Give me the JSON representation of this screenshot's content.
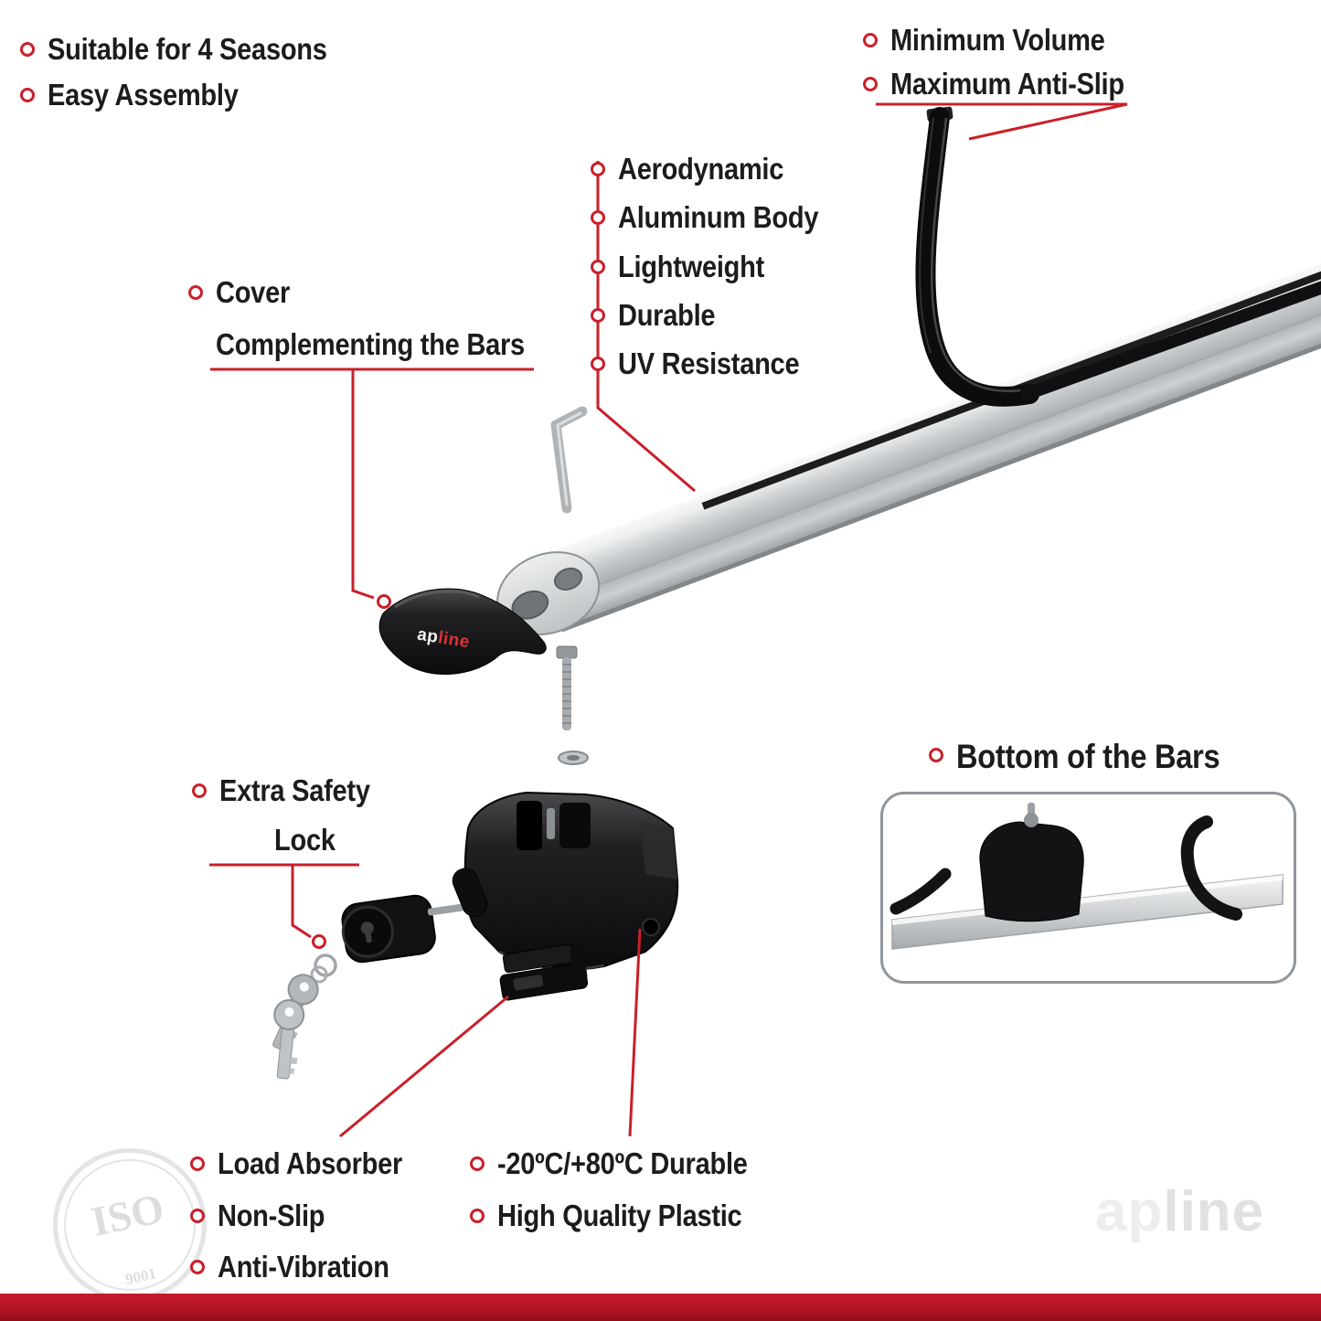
{
  "colors": {
    "accent_red": "#c9202a",
    "text": "#1c1c1e",
    "footer_band": "#b31523",
    "bar_silver": "#c6c9cb"
  },
  "top_left": {
    "items": [
      "Suitable for 4 Seasons",
      "Easy Assembly"
    ]
  },
  "top_right": {
    "items": [
      "Minimum Volume",
      "Maximum Anti-Slip"
    ]
  },
  "features": {
    "items": [
      "Aerodynamic",
      "Aluminum Body",
      "Lightweight",
      "Durable",
      "UV Resistance"
    ]
  },
  "cover_label": {
    "line1": "Cover",
    "line2": "Complementing the Bars"
  },
  "safety_label": {
    "line1": "Extra Safety",
    "line2": "Lock"
  },
  "inset": {
    "title": "Bottom of the Bars"
  },
  "bottom_left": {
    "items": [
      "Load Absorber",
      "Non-Slip",
      "Anti-Vibration"
    ]
  },
  "bottom_center": {
    "items": [
      "-20ºC/+80ºC Durable",
      "High Quality Plastic"
    ]
  },
  "brand": {
    "prefix": "ap",
    "suffix": "line"
  },
  "cover_logo": {
    "prefix": "ap",
    "suffix": "line"
  },
  "iso_stamp": {
    "line1": "ISO",
    "line2": "9001"
  }
}
